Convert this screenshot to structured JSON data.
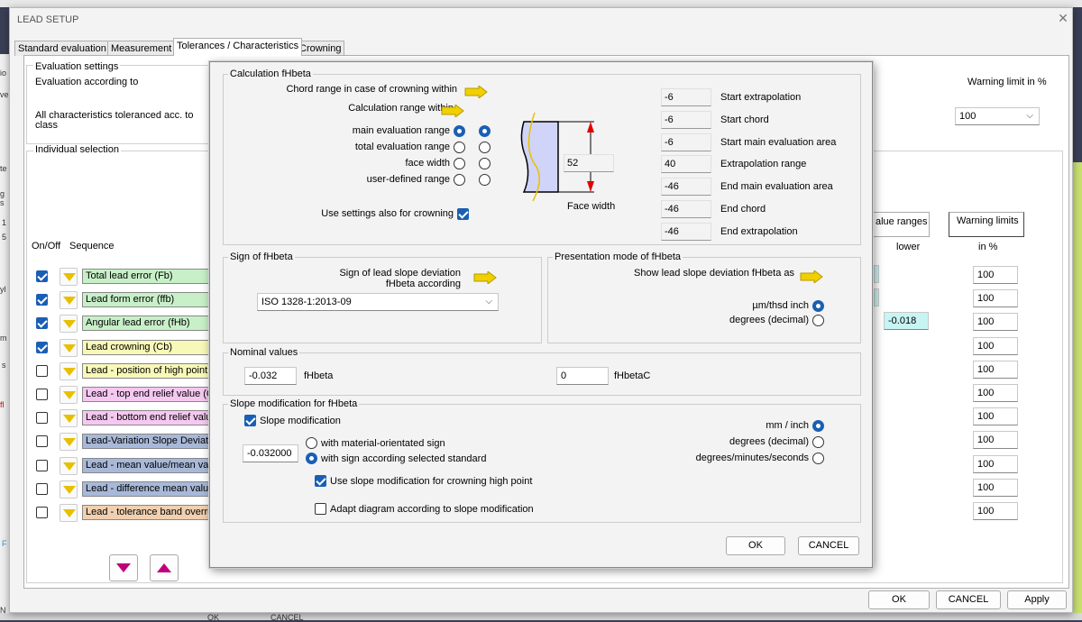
{
  "background": {
    "left_texts": [
      "io",
      "ve",
      "te",
      "g s",
      "1",
      "5",
      "yl",
      "m",
      "s",
      "fl",
      "F",
      "N"
    ],
    "bottom_buttons": [
      "OK",
      "CANCEL"
    ]
  },
  "main": {
    "title": "LEAD SETUP",
    "tabs": [
      "Standard evaluation",
      "Measurement",
      "Tolerances / Characteristics",
      "Crowning"
    ],
    "active_tab": 2,
    "eval_settings": {
      "legend": "Evaluation settings",
      "according_label": "Evaluation according to",
      "all_char_label": "All characteristics toleranced acc. to class"
    },
    "warning_limit": {
      "label": "Warning limit in %",
      "value": "100"
    },
    "individual_selection": {
      "legend": "Individual selection"
    },
    "value_ranges": {
      "header": "alue ranges",
      "lower": "lower",
      "angular_value": "-0.018"
    },
    "warning_limits": {
      "header": "Warning limits",
      "unit": "in %"
    },
    "onoff_header": "On/Off",
    "sequence_header": "Sequence",
    "rows": [
      {
        "label": "Total lead error (Fb)",
        "checked": true,
        "color": "#c8f0c8",
        "limit": "100"
      },
      {
        "label": "Lead form error (ffb)",
        "checked": true,
        "color": "#c8f0c8",
        "limit": "100"
      },
      {
        "label": "Angular lead error (fHb)",
        "checked": true,
        "color": "#c8f0c8",
        "limit": "100"
      },
      {
        "label": "Lead crowning (Cb)",
        "checked": true,
        "color": "#f8f8b8",
        "limit": "100"
      },
      {
        "label": "Lead - position of high point (zc",
        "checked": false,
        "color": "#f8f8b8",
        "limit": "100"
      },
      {
        "label": "Lead - top end  relief value (Co",
        "checked": false,
        "color": "#f5c8f0",
        "limit": "100"
      },
      {
        "label": "Lead -  bottom end relief value",
        "checked": false,
        "color": "#f5c8f0",
        "limit": "100"
      },
      {
        "label": "Lead-Variation Slope Deviation",
        "checked": false,
        "color": "#a8b8d8",
        "limit": "100"
      },
      {
        "label": "Lead - mean value/mean value",
        "checked": false,
        "color": "#a8b8d8",
        "limit": "100"
      },
      {
        "label": "Lead - difference mean value a",
        "checked": false,
        "color": "#a8b8d8",
        "limit": "100"
      },
      {
        "label": "Lead - tolerance band overrun",
        "checked": false,
        "color": "#f0d0b0",
        "limit": "100"
      }
    ],
    "buttons": {
      "ok": "OK",
      "cancel": "CANCEL",
      "apply": "Apply"
    }
  },
  "dialog": {
    "calc": {
      "legend": "Calculation fHbeta",
      "chord_label": "Chord range in case of crowning within",
      "calc_range_label": "Calculation range within",
      "options": [
        {
          "label": "main evaluation range",
          "col1": true,
          "col2": true
        },
        {
          "label": "total evaluation range",
          "col1": false,
          "col2": false
        },
        {
          "label": "face width",
          "col1": false,
          "col2": false
        },
        {
          "label": "user-defined range",
          "col1": false,
          "col2": false
        }
      ],
      "use_settings_label": "Use settings also for crowning",
      "use_settings_checked": true,
      "diagram_value": "52",
      "face_width_label": "Face width",
      "fields": [
        {
          "value": "-6",
          "label": "Start extrapolation"
        },
        {
          "value": "-6",
          "label": "Start chord"
        },
        {
          "value": "-6",
          "label": "Start main evaluation area"
        },
        {
          "value": "40",
          "label": "Extrapolation range"
        },
        {
          "value": "-46",
          "label": "End main evaluation area"
        },
        {
          "value": "-46",
          "label": "End chord"
        },
        {
          "value": "-46",
          "label": "End extrapolation"
        }
      ]
    },
    "sign": {
      "legend": "Sign of fHbeta",
      "label_line1": "Sign of lead slope deviation",
      "label_line2": "fHbeta according",
      "selected": "ISO 1328-1:2013-09"
    },
    "presentation": {
      "legend": "Presentation mode of fHbeta",
      "label": "Show lead slope deviation fHbeta as",
      "options": [
        {
          "label": "µm/thsd inch",
          "selected": true
        },
        {
          "label": "degrees (decimal)",
          "selected": false
        }
      ]
    },
    "nominal": {
      "legend": "Nominal values",
      "fhbeta_value": "-0.032",
      "fhbeta_label": "fHbeta",
      "fhbetac_value": "0",
      "fhbetac_label": "fHbetaC"
    },
    "slope": {
      "legend": "Slope modification for fHbeta",
      "slope_mod_label": "Slope modification",
      "slope_mod_checked": true,
      "value": "-0.032000",
      "sign_options": [
        {
          "label": "with material-orientated sign",
          "selected": false
        },
        {
          "label": "with sign according selected standard",
          "selected": true
        }
      ],
      "unit_options": [
        {
          "label": "mm / inch",
          "selected": true
        },
        {
          "label": "degrees (decimal)",
          "selected": false
        },
        {
          "label": "degrees/minutes/seconds",
          "selected": false
        }
      ],
      "crowning_label": "Use slope modification for crowning high point",
      "crowning_checked": true,
      "adapt_label": "Adapt diagram according to slope modification",
      "adapt_checked": false
    },
    "buttons": {
      "ok": "OK",
      "cancel": "CANCEL"
    }
  },
  "colors": {
    "accent": "#1a5fb4",
    "arrow": "#e8c000",
    "nav_arrow": "#c0007a",
    "cyan_field": "#c8f4f4"
  }
}
